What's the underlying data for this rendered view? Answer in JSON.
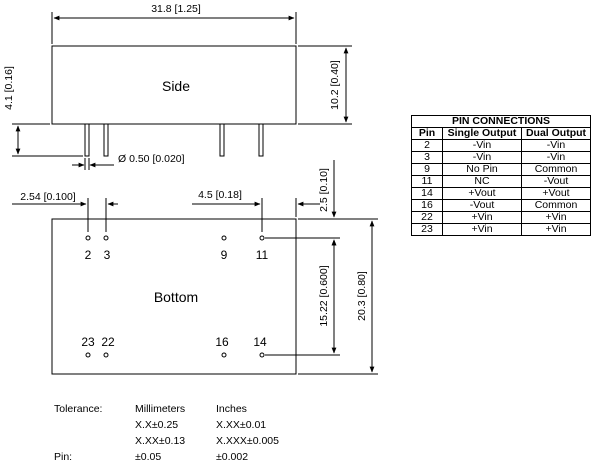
{
  "side_view": {
    "label": "Side",
    "width_dim": "31.8 [1.25]",
    "height_dim": "10.2 [0.40]",
    "pin_length_dim": "4.1 [0.16]",
    "pin_diameter_dim": "Ø 0.50 [0.020]"
  },
  "bottom_view": {
    "label": "Bottom",
    "pitch_dim": "2.54 [0.100]",
    "edge_offset_dim": "4.5 [0.18]",
    "top_offset_dim": "2.5 [0.10]",
    "row_spacing_dim": "15.22 [0.600]",
    "depth_dim": "20.3 [0.80]",
    "top_pins": [
      "2",
      "3",
      "9",
      "11"
    ],
    "bottom_pins": [
      "23",
      "22",
      "16",
      "14"
    ]
  },
  "pin_table": {
    "title": "PIN CONNECTIONS",
    "headers": [
      "Pin",
      "Single Output",
      "Dual Output"
    ],
    "rows": [
      [
        "2",
        "-Vin",
        "-Vin"
      ],
      [
        "3",
        "-Vin",
        "-Vin"
      ],
      [
        "9",
        "No Pin",
        "Common"
      ],
      [
        "11",
        "NC",
        "-Vout"
      ],
      [
        "14",
        "+Vout",
        "+Vout"
      ],
      [
        "16",
        "-Vout",
        "Common"
      ],
      [
        "22",
        "+Vin",
        "+Vin"
      ],
      [
        "23",
        "+Vin",
        "+Vin"
      ]
    ]
  },
  "tolerance": {
    "label": "Tolerance:",
    "mm_header": "Millimeters",
    "in_header": "Inches",
    "mm_1": "X.X±0.25",
    "in_1": "X.XX±0.01",
    "mm_2": "X.XX±0.13",
    "in_2": "X.XXX±0.005",
    "pin_label": "Pin:",
    "pin_mm": "±0.05",
    "pin_in": "±0.002"
  }
}
